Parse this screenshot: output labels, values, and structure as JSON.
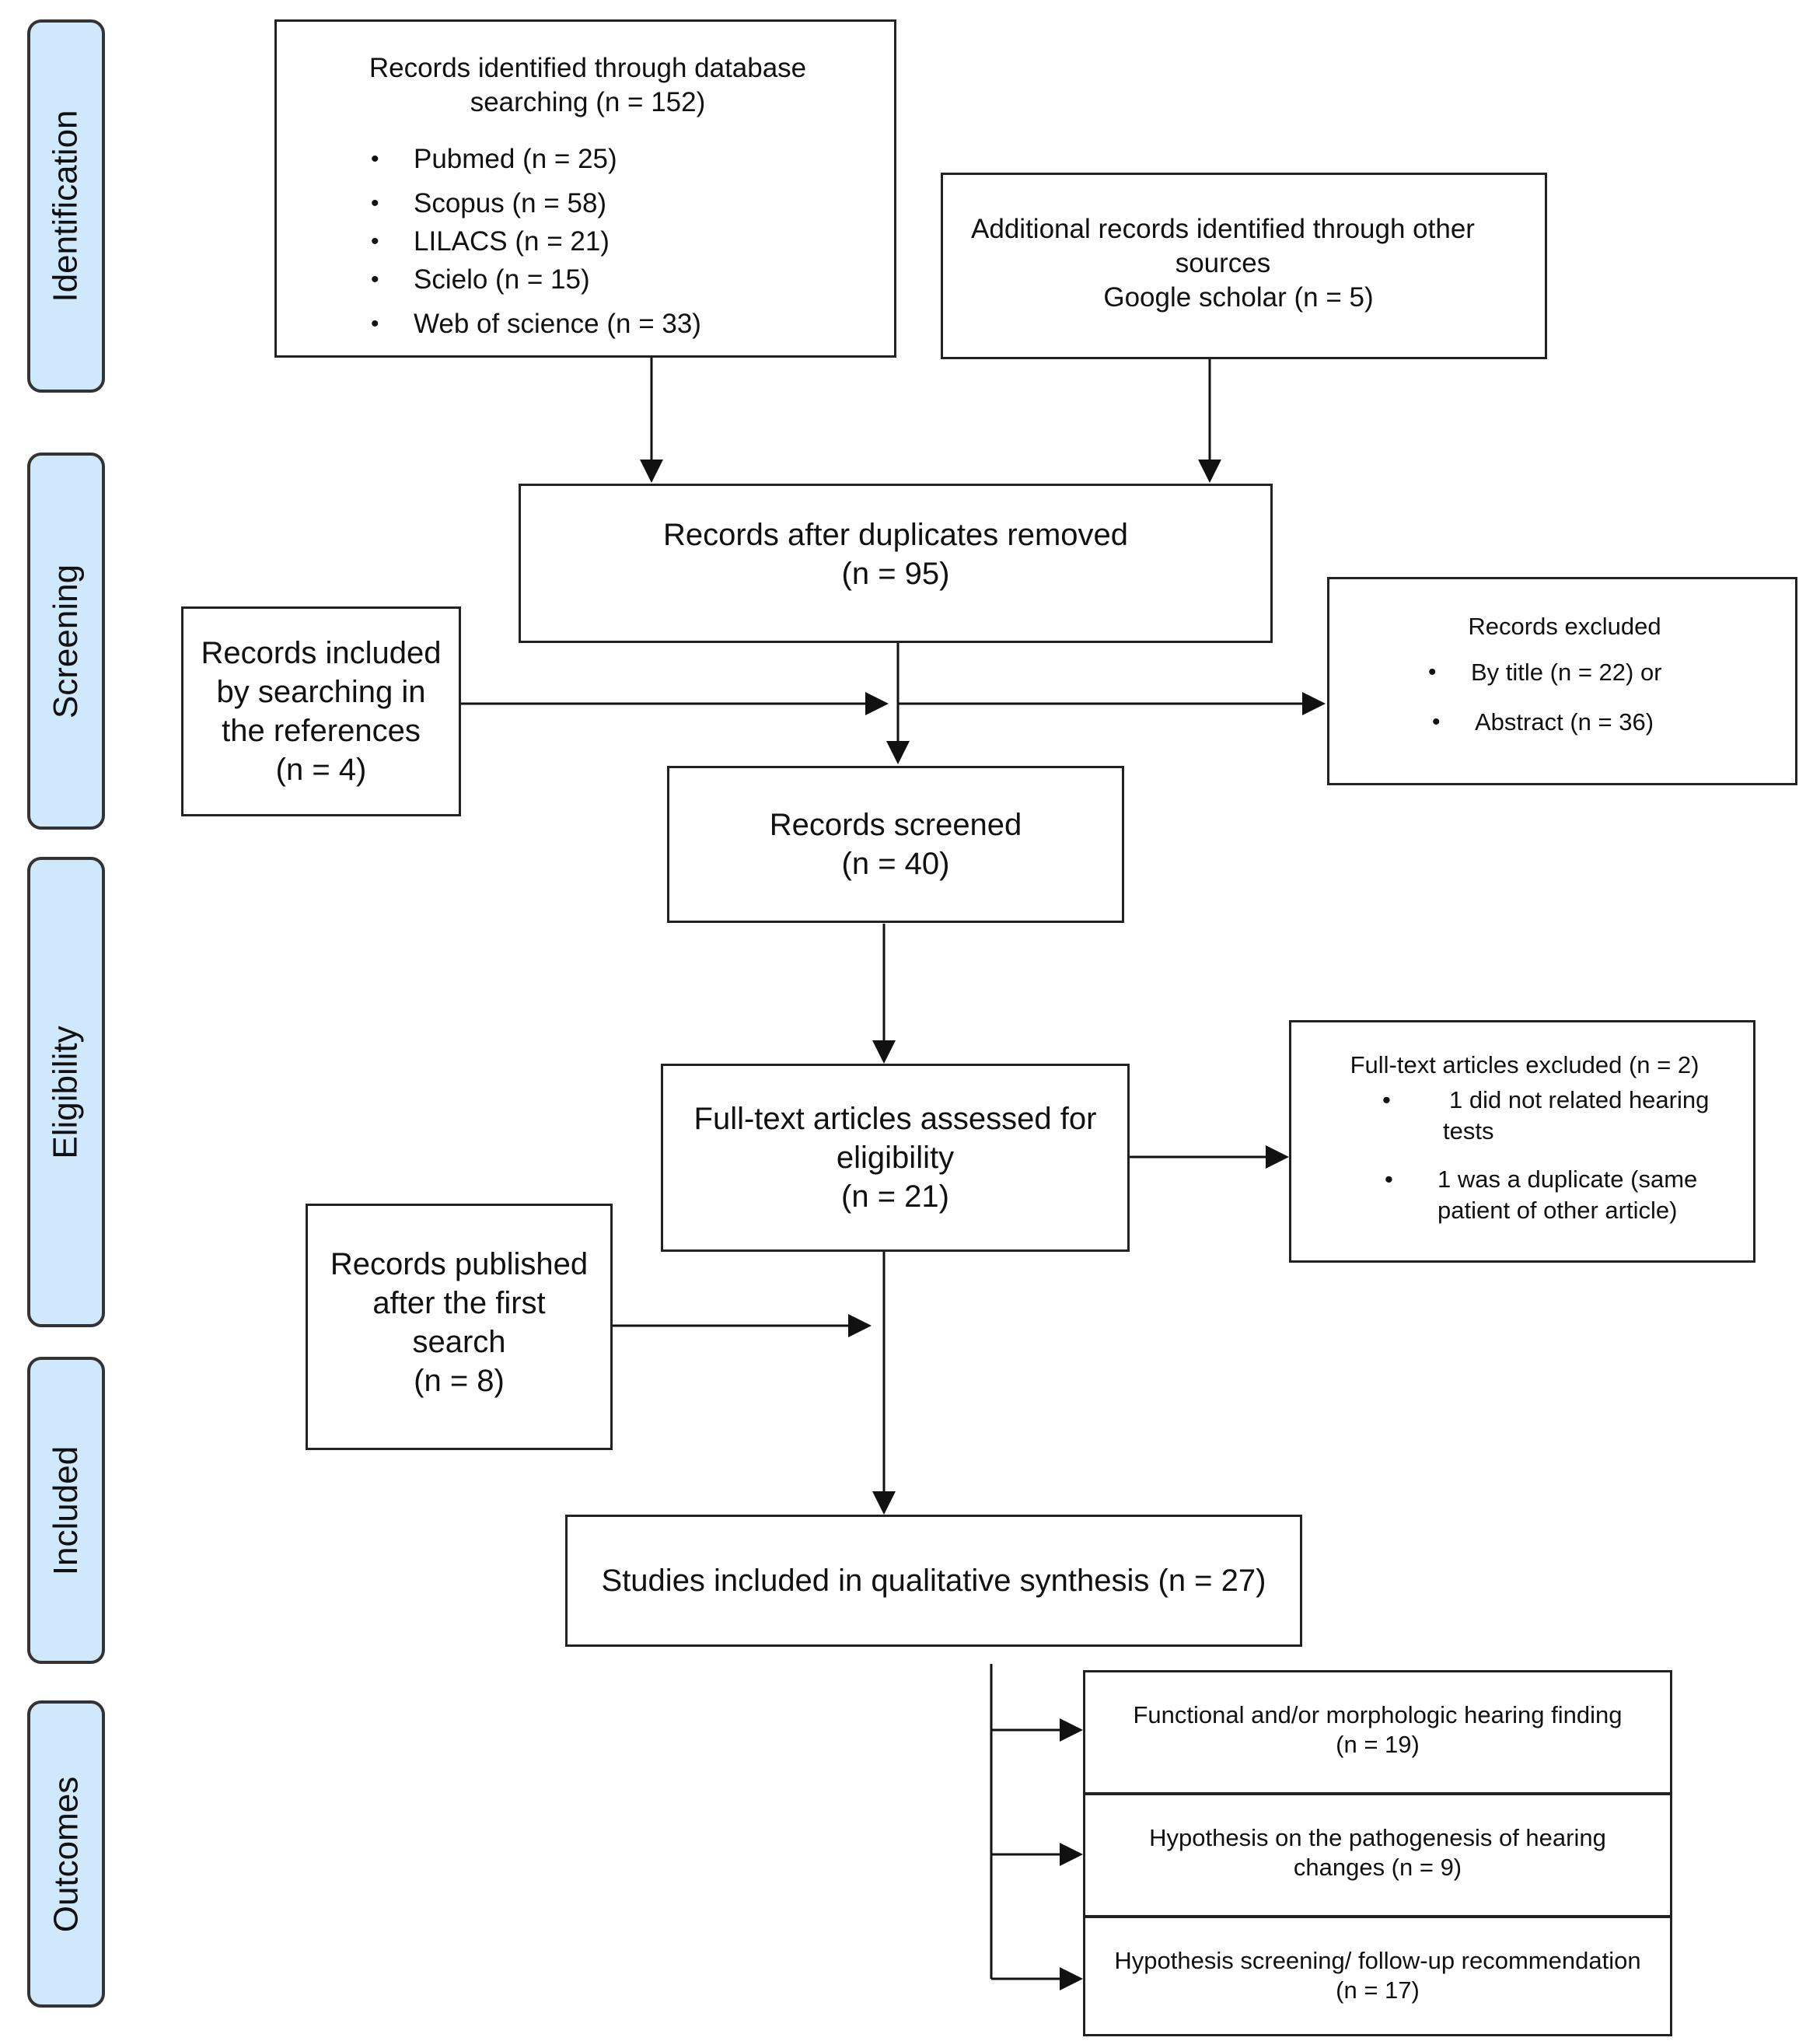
{
  "phases": {
    "identification": "Identification",
    "screening": "Screening",
    "eligibility": "Eligibility",
    "included": "Included",
    "outcomes": "Outcomes"
  },
  "db_search": {
    "line1": "Records identified through database",
    "line2": "searching (n = 152)",
    "items": [
      "Pubmed (n = 25)",
      "Scopus (n = 58)",
      "LILACS (n = 21)",
      "Scielo (n = 15)",
      "Web of science (n = 33)"
    ]
  },
  "other_sources": {
    "line1": "Additional records identified through other",
    "line2": "sources",
    "line3": "Google scholar (n = 5)"
  },
  "duplicates_removed": {
    "line1": "Records after duplicates removed",
    "line2": "(n = 95)"
  },
  "references": {
    "line1": "Records included",
    "line2": "by searching in",
    "line3": "the references",
    "line4": "(n = 4)"
  },
  "excluded": {
    "title": "Records excluded",
    "items": [
      "By title (n = 22) or",
      "Abstract (n = 36)"
    ]
  },
  "screened": {
    "line1": "Records screened",
    "line2": "(n = 40)"
  },
  "fulltext": {
    "line1": "Full-text articles assessed for",
    "line2": "eligibility",
    "line3": "(n = 21)"
  },
  "fulltext_excluded": {
    "title": "Full-text articles excluded (n = 2)",
    "item1a": "1 did not related hearing",
    "item1b": "tests",
    "item2a": "1 was a duplicate (same",
    "item2b": "patient of other article)"
  },
  "published_after": {
    "line1": "Records published",
    "line2": "after the first",
    "line3": "search",
    "line4": "(n = 8)"
  },
  "included_box": {
    "text": "Studies included in qualitative synthesis (n = 27)"
  },
  "outcomes": [
    {
      "line1": "Functional and/or morphologic hearing finding",
      "line2": "(n = 19)"
    },
    {
      "line1": "Hypothesis on the pathogenesis of hearing",
      "line2": "changes (n = 9)"
    },
    {
      "line1": "Hypothesis screening/ follow-up recommendation",
      "line2": "(n = 17)"
    }
  ]
}
